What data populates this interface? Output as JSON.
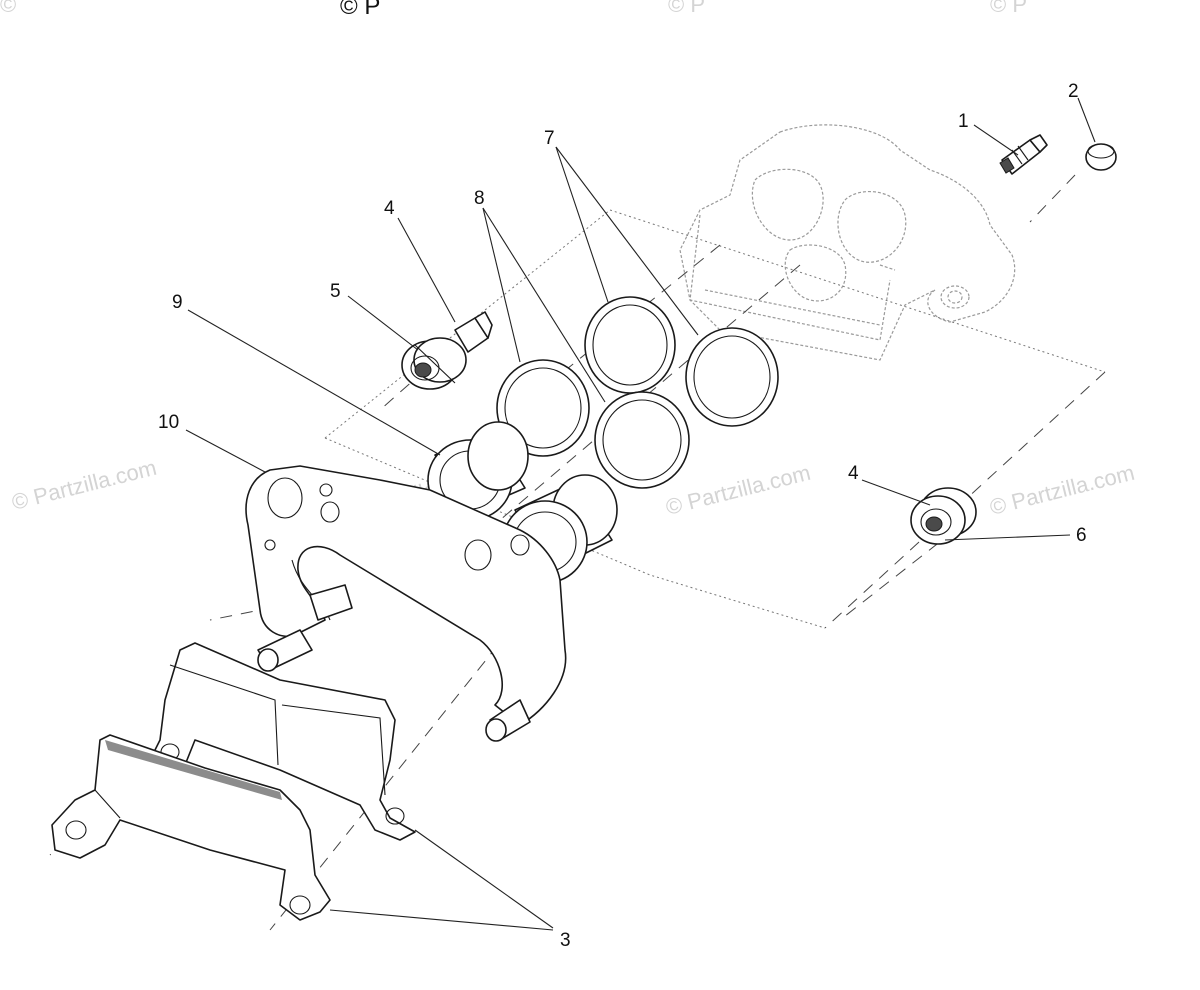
{
  "watermark": {
    "top_left": "©",
    "top_center_left": "© P",
    "top_center": "© P",
    "top_right": "© P",
    "left": "© Partzilla.com",
    "center_left": "© Partzilla.com",
    "center": "© Partzilla.com",
    "right": "© Partzilla.com"
  },
  "callouts": {
    "c1": "1",
    "c2": "2",
    "c3": "3",
    "c4a": "4",
    "c4b": "4",
    "c5": "5",
    "c6": "6",
    "c7": "7",
    "c8": "8",
    "c9": "9",
    "c10": "10"
  }
}
